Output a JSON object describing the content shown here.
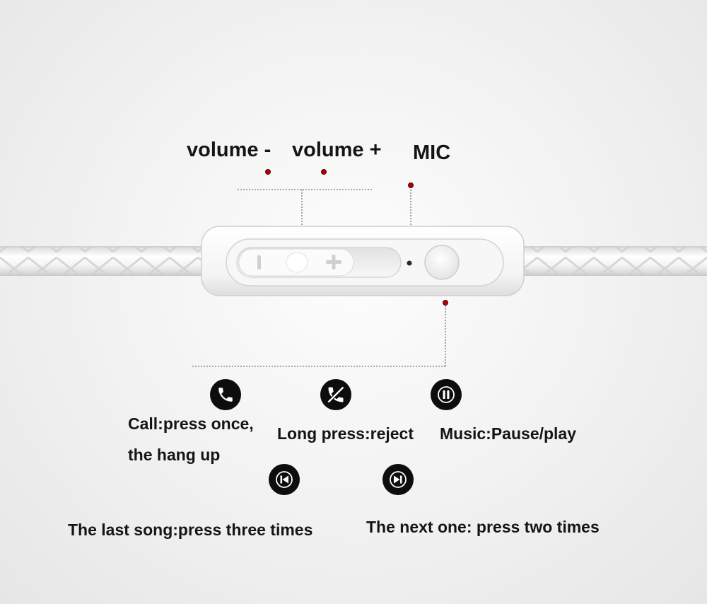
{
  "labels": {
    "volume_minus": "volume -",
    "volume_plus": "volume +",
    "mic": "MIC"
  },
  "functions": {
    "call": {
      "line1": "Call:press once,",
      "line2": "the hang up",
      "icon": "phone-icon"
    },
    "reject": {
      "text": "Long press:reject",
      "icon": "phone-reject-icon"
    },
    "music": {
      "text": "Music:Pause/play",
      "icon": "pause-icon"
    },
    "last_song": {
      "text": "The last song:press three times",
      "icon": "previous-track-icon"
    },
    "next_song": {
      "text": "The next one: press two times",
      "icon": "next-track-icon"
    }
  },
  "remote": {
    "minus_symbol": "-",
    "plus_symbol": "+"
  },
  "colors": {
    "marker": "#b00000",
    "leader_line": "#8c8c8c",
    "icon_bg": "#0d0d0d",
    "text": "#151515"
  }
}
